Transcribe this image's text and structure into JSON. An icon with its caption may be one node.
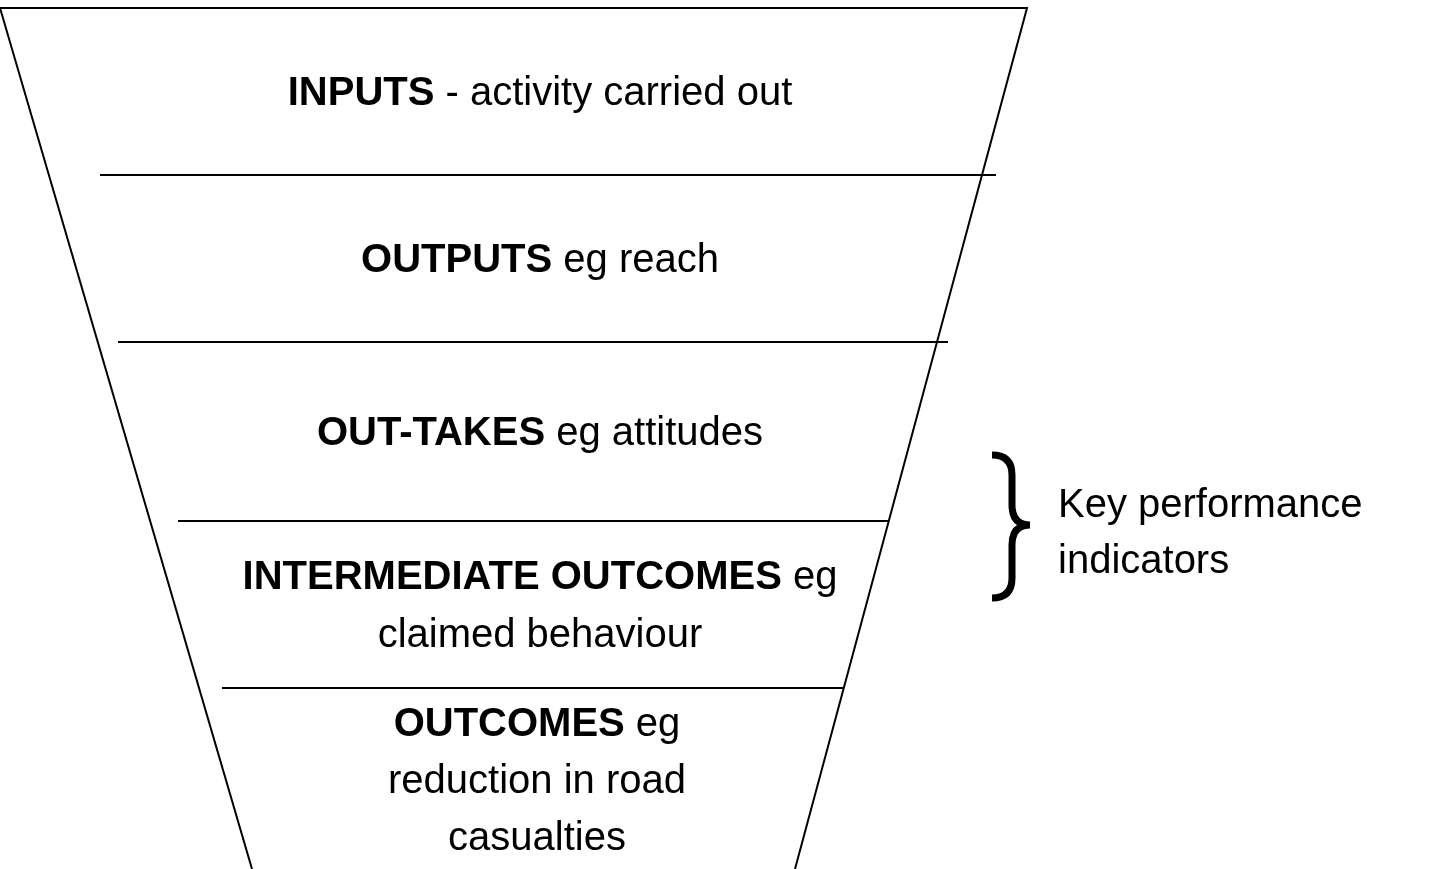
{
  "diagram": {
    "nodes": [
      {
        "text": [
          "**INPUTS** - activity carried out"
        ]
      },
      {
        "text": [
          "**OUTPUTS** eg reach"
        ]
      },
      {
        "text": [
          "**OUT-TAKES** eg attitudes"
        ]
      },
      {
        "text": [
          "**INTERMEDIATE OUTCOMES** eg claimed behaviour"
        ]
      },
      {
        "text": [
          "**OUTCOMES** eg reduction in road casualties"
        ]
      }
    ],
    "labels": [
      "Key performance indicators"
    ]
  }
}
